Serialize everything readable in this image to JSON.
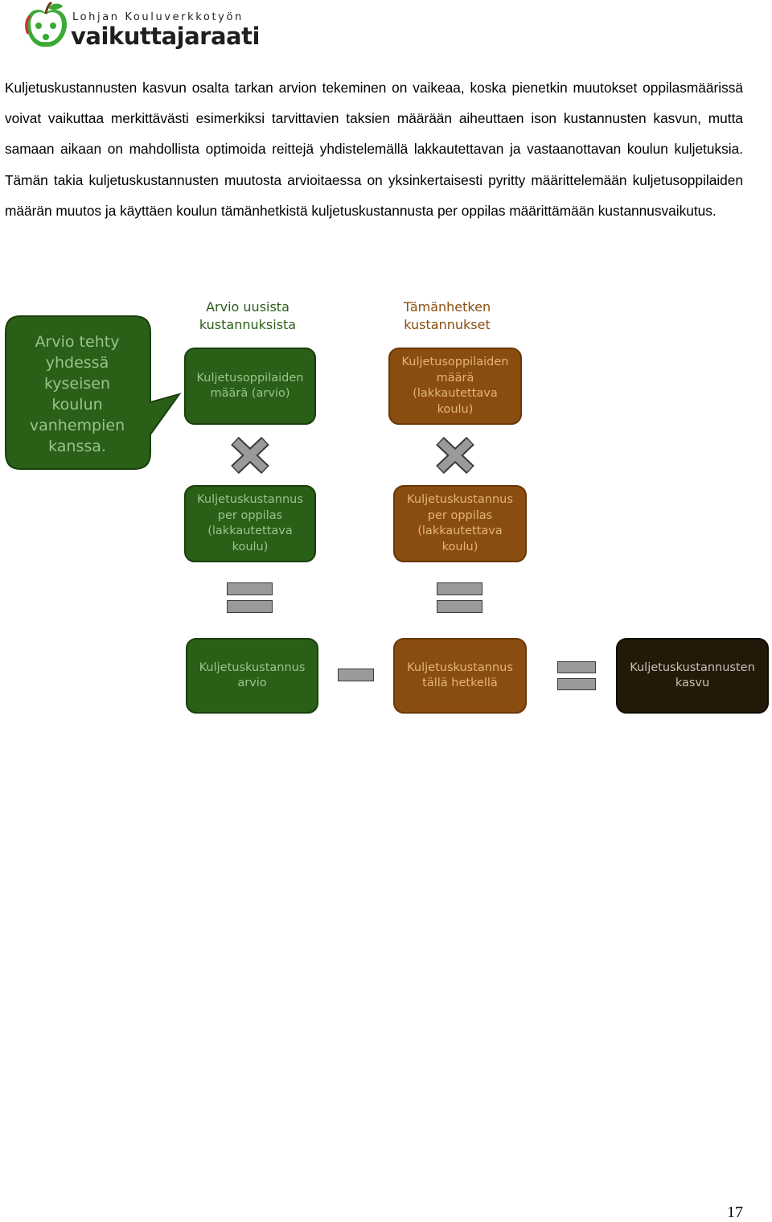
{
  "logo": {
    "line1": "Lohjan Kouluverkkotyön",
    "line2": "vaikuttajaraati"
  },
  "intro": "Kuljetuskustannusten kasvun osalta tarkan arvion tekeminen on vaikeaa, koska pienetkin muutokset oppilasmäärissä voivat vaikuttaa merkittävästi esimerkiksi tarvittavien taksien määrään aiheuttaen ison kustannusten kasvun, mutta samaan aikaan on mahdollista optimoida reittejä yhdistelemällä lakkautettavan ja vastaanottavan koulun kuljetuksia. Tämän takia kuljetuskustannusten muutosta arvioitaessa on yksinkertaisesti pyritty määrittelemään kuljetusoppilaiden määrän muutos ja käyttäen koulun tämänhetkistä kuljetuskustannusta per oppilas määrittämään kustannusvaikutus.",
  "diagram": {
    "speech_bubble": "Arvio tehty\nyhdessä\nkyseisen\nkoulun\nvanhempien\nkanssa.",
    "new_costs_heading": "Arvio uusista\nkustannuksista",
    "current_costs_heading": "Tämänhetken\nkustannukset",
    "pupils_estimate": "Kuljetusoppilaiden\nmäärä (arvio)",
    "pupils_current": "Kuljetusoppilaiden\nmäärä\n(lakkautettava\nkoulu)",
    "cost_per_pupil_left": "Kuljetuskustannus\nper oppilas\n(lakkautettava\nkoulu)",
    "cost_per_pupil_right": "Kuljetuskustannus\nper oppilas\n(lakkautettava\nkoulu)",
    "result_estimate": "Kuljetuskustannus\narvio",
    "result_current": "Kuljetuskustannus\ntällä hetkellä",
    "result_growth": "Kuljetuskustannusten\nkasvu",
    "colors": {
      "green": "#2a5f18",
      "brown": "#8a4d10",
      "dark": "#241909",
      "heading_green": "#2a5f18",
      "heading_brown": "#8a4d10"
    }
  },
  "page_number": "17"
}
